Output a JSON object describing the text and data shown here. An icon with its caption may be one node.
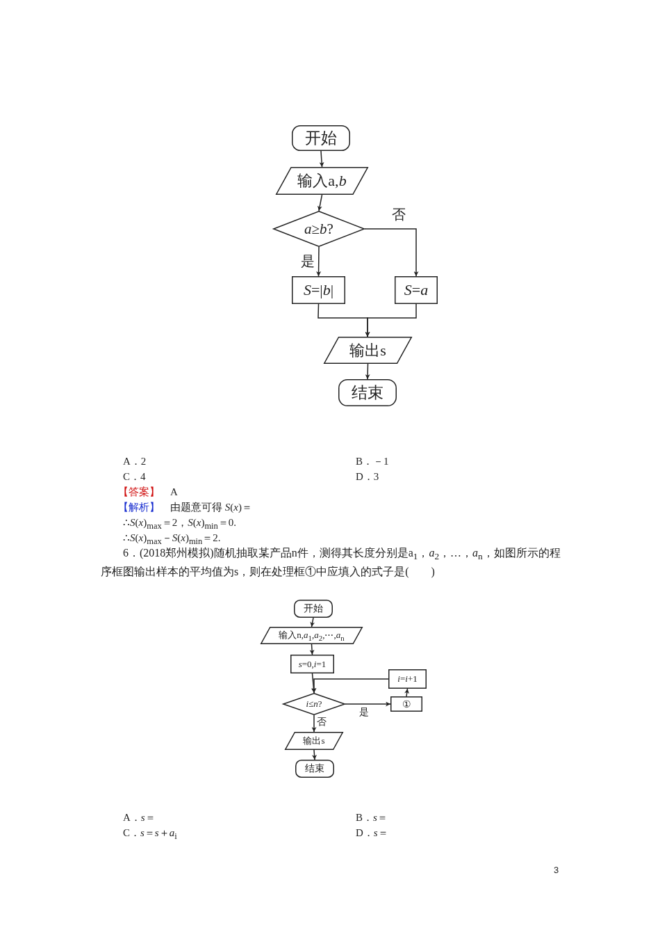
{
  "diagram": {
    "nodes": [
      {
        "text": [
          "开始"
        ]
      },
      {
        "text": [
          "输入a,*b*"
        ]
      },
      {
        "text": [
          "*a*≥*b*?"
        ]
      },
      {
        "text": [
          "*S*=|*b*|"
        ]
      },
      {
        "text": [
          "*S*=*a*"
        ]
      },
      {
        "text": [
          "输出s"
        ]
      },
      {
        "text": [
          "结束"
        ]
      },
      {
        "text": [
          "开始"
        ]
      },
      {
        "text": [
          "输入n,*a*$_{1}$,*a*$_{2}$,⋯,*a*$_{n}$"
        ]
      },
      {
        "text": [
          "*s*=0,*i*=1"
        ]
      },
      {
        "text": [
          "*i*≤*n*?"
        ]
      },
      {
        "text": [
          "①"
        ]
      },
      {
        "text": [
          "*i*=*i*+1"
        ]
      },
      {
        "text": [
          "输出s"
        ]
      },
      {
        "text": [
          "结束"
        ]
      }
    ],
    "edges": [
      {
        "from": 0,
        "to": 1,
        "arrow": "to"
      },
      {
        "from": 1,
        "to": 2,
        "arrow": "to"
      },
      {
        "from": 2,
        "to": 3,
        "arrow": "to",
        "label": "是"
      },
      {
        "from": 2,
        "to": 4,
        "arrow": "to",
        "label": "否"
      },
      {
        "from": 3,
        "to": 5,
        "arrow": "to"
      },
      {
        "from": 4,
        "to": 5,
        "arrow": "to"
      },
      {
        "from": 5,
        "to": 6,
        "arrow": "to"
      },
      {
        "from": 7,
        "to": 8,
        "arrow": "to"
      },
      {
        "from": 8,
        "to": 9,
        "arrow": "to"
      },
      {
        "from": 9,
        "to": 10,
        "arrow": "to"
      },
      {
        "from": 10,
        "to": 11,
        "arrow": "to",
        "label": "是"
      },
      {
        "from": 11,
        "to": 12,
        "arrow": "to"
      },
      {
        "from": 12,
        "to": 10,
        "arrow": "to"
      },
      {
        "from": 10,
        "to": 13,
        "arrow": "to",
        "label": "否"
      },
      {
        "from": 13,
        "to": 14,
        "arrow": "to"
      }
    ],
    "labels": [
      "A．2",
      "B．－1",
      "C．4",
      "D．3",
      "【答案】",
      "A",
      "【解析】",
      "由题意可得 *S*(*x*)＝",
      "∴*S*(*x*)$_{max}$＝2，*S*(*x*)$_{min}$＝0.",
      "∴*S*(*x*)$_{max}$－*S*(*x*)$_{min}$＝2.",
      "6．(2018郑州模拟)随机抽取某产品n件，测得其长度分别是a$_{1}$，*a*$_{2}$，…，*a*$_{n}$，如图所示的程序框图输出样本的平均值为s，则在处理框①中应填入的式子是(　　)",
      "A．*s*＝",
      "B．*s*＝",
      "C．*s*＝*s*＋*a*$_{i}$",
      "D．*s*＝",
      "3"
    ]
  }
}
